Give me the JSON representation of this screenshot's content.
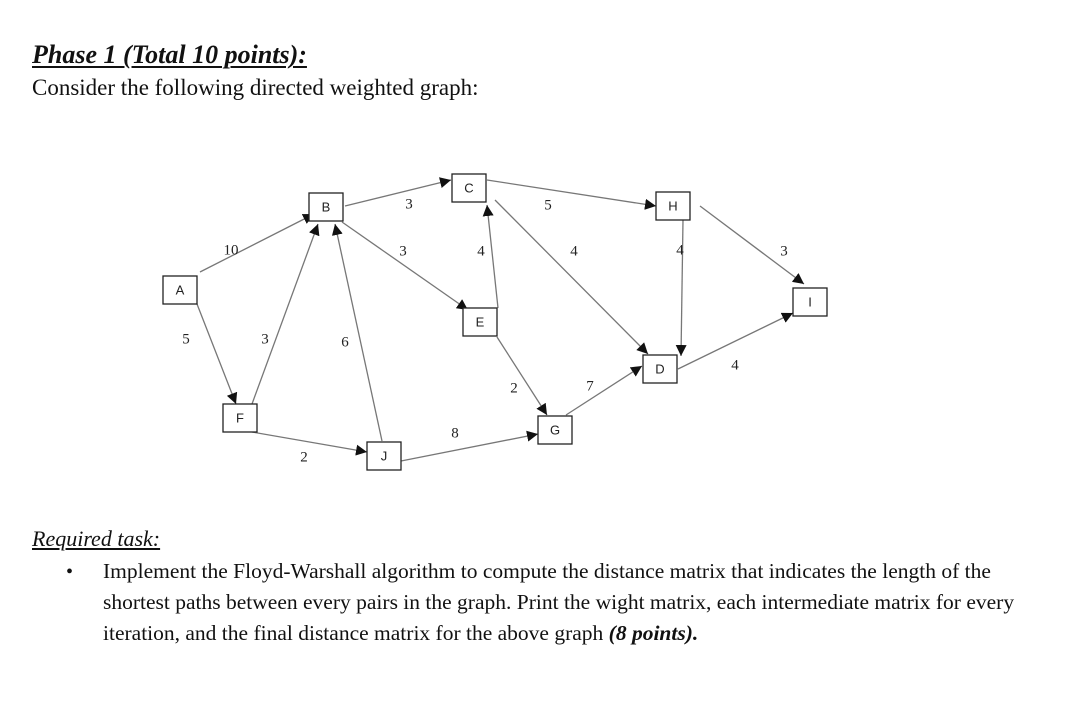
{
  "header": {
    "title": "Phase 1 (Total 10 points):",
    "intro": "Consider the following directed weighted graph:"
  },
  "graph": {
    "nodes": [
      {
        "id": "A",
        "label": "A"
      },
      {
        "id": "B",
        "label": "B"
      },
      {
        "id": "C",
        "label": "C"
      },
      {
        "id": "H",
        "label": "H"
      },
      {
        "id": "E",
        "label": "E"
      },
      {
        "id": "I",
        "label": "I"
      },
      {
        "id": "F",
        "label": "F"
      },
      {
        "id": "J",
        "label": "J"
      },
      {
        "id": "G",
        "label": "G"
      },
      {
        "id": "D",
        "label": "D"
      }
    ],
    "edges": [
      {
        "from": "A",
        "to": "B",
        "weight": "10"
      },
      {
        "from": "A",
        "to": "F",
        "weight": "5"
      },
      {
        "from": "F",
        "to": "B",
        "weight": "3"
      },
      {
        "from": "J",
        "to": "B",
        "weight": "6"
      },
      {
        "from": "F",
        "to": "J",
        "weight": "2"
      },
      {
        "from": "B",
        "to": "C",
        "weight": "3"
      },
      {
        "from": "B",
        "to": "E",
        "weight": "3"
      },
      {
        "from": "E",
        "to": "C",
        "weight": "4"
      },
      {
        "from": "C",
        "to": "H",
        "weight": "5"
      },
      {
        "from": "C",
        "to": "D",
        "weight": "4"
      },
      {
        "from": "E",
        "to": "G",
        "weight": "2"
      },
      {
        "from": "J",
        "to": "G",
        "weight": "8"
      },
      {
        "from": "G",
        "to": "D",
        "weight": "7"
      },
      {
        "from": "H",
        "to": "D",
        "weight": "4"
      },
      {
        "from": "H",
        "to": "I",
        "weight": "3"
      },
      {
        "from": "D",
        "to": "I",
        "weight": "4"
      }
    ]
  },
  "task": {
    "heading": "Required task:",
    "bullet": "•",
    "body": "Implement the Floyd-Warshall algorithm to compute the distance matrix that indicates the length of the shortest paths between every pairs in the graph. Print the wight matrix, each intermediate matrix for every iteration, and the final distance matrix for the above graph",
    "points": "(8 points)."
  }
}
